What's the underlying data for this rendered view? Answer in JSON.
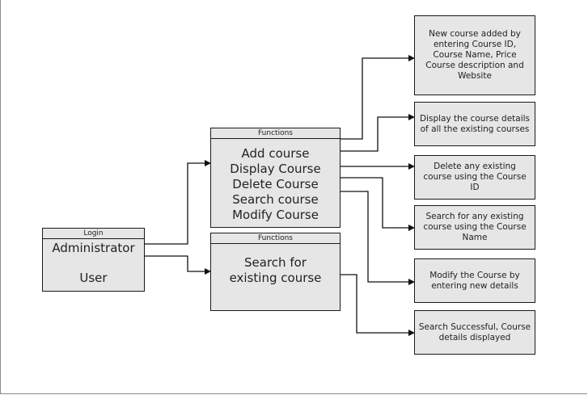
{
  "login": {
    "title": "Login",
    "items": [
      "Administrator",
      "User"
    ]
  },
  "admin_functions": {
    "title": "Functions",
    "items": [
      "Add course",
      "Display Course",
      "Delete Course",
      "Search course",
      "Modify Course"
    ]
  },
  "user_functions": {
    "title": "Functions",
    "text": "Search for existing course"
  },
  "results": [
    "New course added by entering Course ID, Course Name, Price Course description and Website",
    "Display the course details of all the existing courses",
    "Delete any existing course using the Course ID",
    "Search for any existing course using the Course Name",
    "Modify the Course by entering new details",
    "Search Successful, Course details displayed"
  ],
  "colors": {
    "box_fill": "#e6e6e6",
    "stroke": "#1a1a1a"
  }
}
